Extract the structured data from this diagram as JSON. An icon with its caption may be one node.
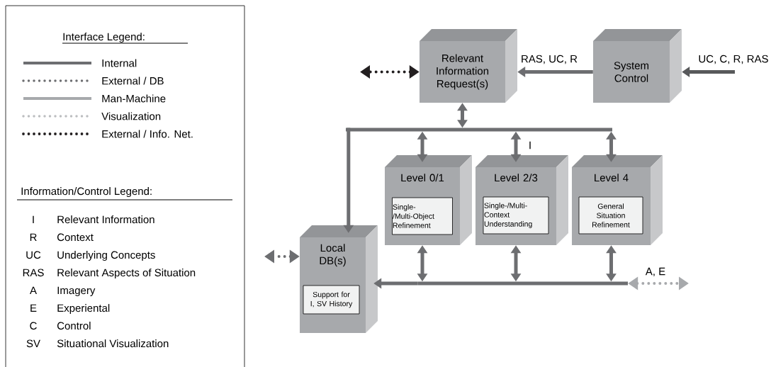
{
  "diagram": {
    "nodes": [
      {
        "text": [
          "Relevant Information Request(s)"
        ]
      },
      {
        "text": [
          "System Control"
        ]
      },
      {
        "text": [
          "Level 0/1"
        ]
      },
      {
        "text": [
          "Single-/Multi-Object Refinement"
        ],
        "in": 2
      },
      {
        "text": [
          "Level 2/3"
        ]
      },
      {
        "text": [
          "Single-/Multi-Context Understanding"
        ],
        "in": 4
      },
      {
        "text": [
          "Level 4"
        ]
      },
      {
        "text": [
          "General Situation Refinement"
        ],
        "in": 6
      },
      {
        "text": [
          "Local DB(s)"
        ]
      },
      {
        "text": [
          "Support for I, SV History"
        ],
        "in": 8
      },
      {
        "text": [],
        "shape": "bar"
      },
      {
        "text": [],
        "shape": "bar"
      }
    ],
    "edges": [
      {
        "from": 1,
        "to": 0,
        "arrow": "to",
        "label": "RAS, UC, R"
      },
      {
        "from": null,
        "to": 1,
        "arrow": "to",
        "label": "UC, C, R, RAS",
        "color": "#58595b"
      },
      {
        "from": 0,
        "to": null,
        "arrow": "both",
        "style": "dashed",
        "color": "#231f20"
      },
      {
        "from": 0,
        "to": 10,
        "arrow": "both"
      },
      {
        "from": 10,
        "to": 2,
        "arrow": "both"
      },
      {
        "from": 10,
        "to": 4,
        "arrow": "both",
        "label": "I"
      },
      {
        "from": 10,
        "to": 6,
        "arrow": "both"
      },
      {
        "from": 10,
        "to": 8,
        "arrow": "to"
      },
      {
        "from": 2,
        "to": 11,
        "arrow": "both"
      },
      {
        "from": 4,
        "to": 11,
        "arrow": "both"
      },
      {
        "from": 6,
        "to": 11,
        "arrow": "both"
      },
      {
        "from": 11,
        "to": 8,
        "arrow": "to"
      },
      {
        "from": 11,
        "to": null,
        "arrow": "both",
        "label": "A, E",
        "style": "dashed",
        "color": "#a7a9ac"
      },
      {
        "from": 8,
        "to": null,
        "arrow": "both",
        "style": "dashed"
      }
    ],
    "labels": [
      "Interface Legend:",
      "Information/Control Legend:",
      "I",
      "Relevant Information",
      "R",
      "Context",
      "UC",
      "Underlying Concepts",
      "RAS",
      "Relevant Aspects of Situation",
      "A",
      "Imagery",
      "E",
      "Experiental",
      "C",
      "Control",
      "SV",
      "Situational Visualization"
    ],
    "legend": [
      {
        "text": "Internal"
      },
      {
        "text": "External / DB"
      },
      {
        "text": "Man-Machine"
      },
      {
        "text": "Visualization"
      },
      {
        "text": "External / Info. Net."
      }
    ]
  }
}
